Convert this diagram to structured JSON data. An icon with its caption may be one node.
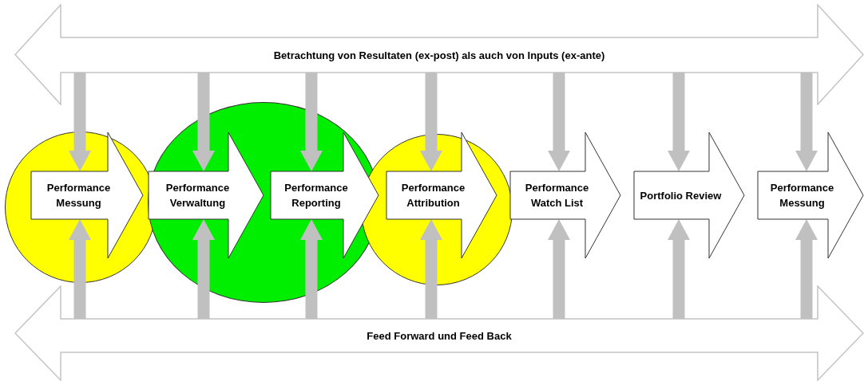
{
  "diagram": {
    "nodes": [
      {
        "text": [
          "Betrachtung von Resultaten (ex-post) als auch von Inputs (ex-ante)"
        ]
      },
      {
        "text": [
          "Performance Messung"
        ]
      },
      {
        "text": [
          "Performance Verwaltung"
        ]
      },
      {
        "text": [
          "Performance Reporting"
        ]
      },
      {
        "text": [
          "Performance Attribution"
        ]
      },
      {
        "text": [
          "Performance Watch List"
        ]
      },
      {
        "text": [
          "Portfolio Review"
        ]
      },
      {
        "text": [
          "Performance Messung"
        ]
      },
      {
        "text": [
          "Feed Forward und Feed Back"
        ]
      }
    ],
    "edges": [
      {
        "from": 0,
        "to": 1,
        "arrow": "to"
      },
      {
        "from": 0,
        "to": 2,
        "arrow": "to"
      },
      {
        "from": 0,
        "to": 3,
        "arrow": "to"
      },
      {
        "from": 0,
        "to": 4,
        "arrow": "to"
      },
      {
        "from": 0,
        "to": 5,
        "arrow": "to"
      },
      {
        "from": 0,
        "to": 6,
        "arrow": "to"
      },
      {
        "from": 0,
        "to": 7,
        "arrow": "to"
      },
      {
        "from": 8,
        "to": 1,
        "arrow": "to"
      },
      {
        "from": 8,
        "to": 2,
        "arrow": "to"
      },
      {
        "from": 8,
        "to": 3,
        "arrow": "to"
      },
      {
        "from": 8,
        "to": 4,
        "arrow": "to"
      },
      {
        "from": 8,
        "to": 5,
        "arrow": "to"
      },
      {
        "from": 8,
        "to": 6,
        "arrow": "to"
      },
      {
        "from": 8,
        "to": 7,
        "arrow": "to"
      }
    ]
  }
}
